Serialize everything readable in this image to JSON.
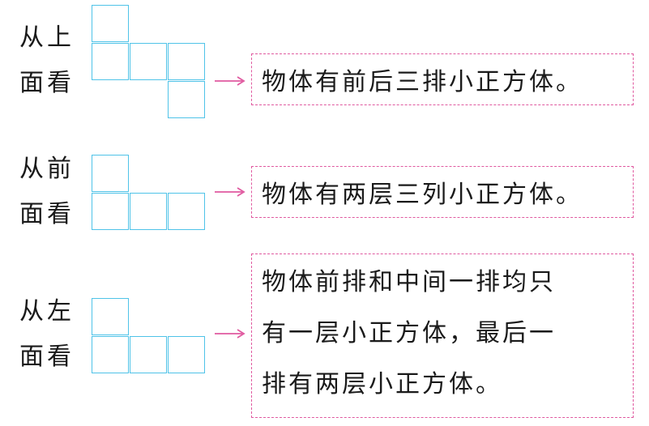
{
  "views": [
    {
      "label_line1": "从上",
      "label_line2": "面看",
      "description": "物体有前后三排小正方体。"
    },
    {
      "label_line1": "从前",
      "label_line2": "面看",
      "description": "物体有两层三列小正方体。"
    },
    {
      "label_line1": "从左",
      "label_line2": "面看",
      "description_lines": [
        "物体前排和中间一排均只",
        "有一层小正方体，最后一",
        "排有两层小正方体。"
      ]
    }
  ],
  "colors": {
    "grid_line": "#4fc3e8",
    "arrow": "#e05aa0",
    "box_border": "#e05aa0",
    "text": "#1a1a1a"
  }
}
